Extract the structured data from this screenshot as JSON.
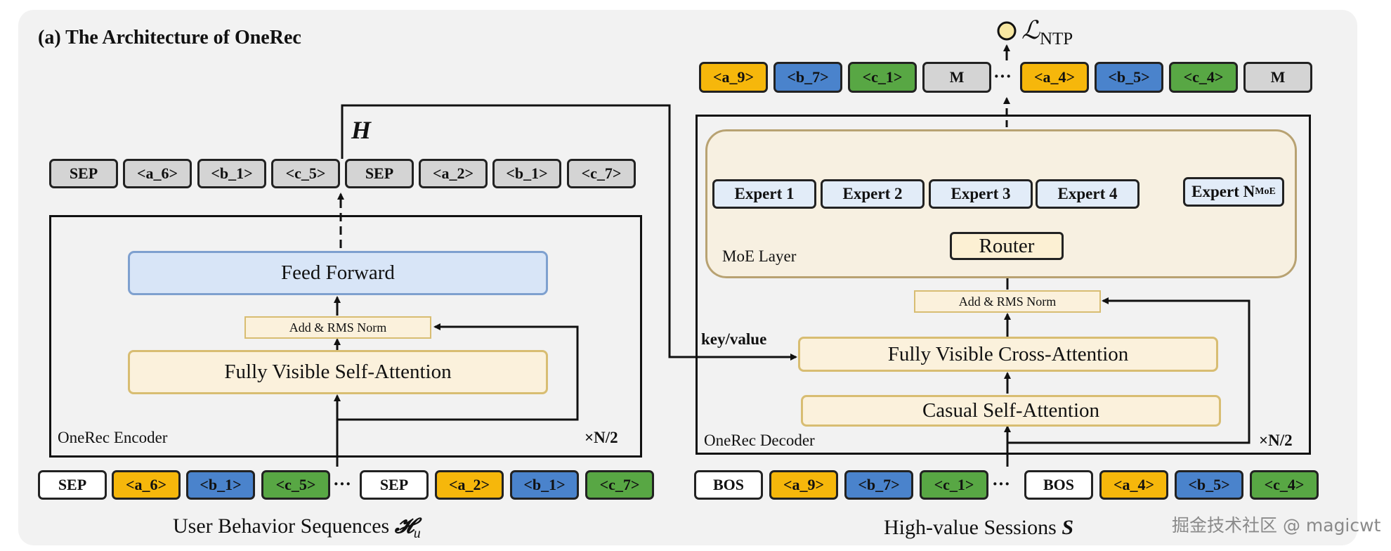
{
  "title": "(a) The Architecture of OneRec",
  "encoder": {
    "output_tokens": [
      "SEP",
      "<a_6>",
      "<b_1>",
      "<c_5>",
      "SEP",
      "<a_2>",
      "<b_1>",
      "<c_7>"
    ],
    "feed_forward": "Feed Forward",
    "norm": "Add & RMS Norm",
    "self_attention": "Fully Visible Self-Attention",
    "label": "OneRec Encoder",
    "repeat": "×N/2",
    "h_label": "H",
    "input_tokens_left": [
      "SEP",
      "<a_6>",
      "<b_1>",
      "<c_5>"
    ],
    "input_tokens_right": [
      "SEP",
      "<a_2>",
      "<b_1>",
      "<c_7>"
    ],
    "ellipsis": "···",
    "caption": "User Behavior Sequences",
    "caption_symbol": "𝓗",
    "caption_subscript": "u"
  },
  "decoder": {
    "loss": "ℒ",
    "loss_subscript": "NTP",
    "output_tokens_left": [
      "<a_9>",
      "<b_7>",
      "<c_1>",
      "M"
    ],
    "output_tokens_right": [
      "<a_4>",
      "<b_5>",
      "<c_4>",
      "M"
    ],
    "ellipsis": "···",
    "experts": [
      "Expert 1",
      "Expert 2",
      "Expert 3",
      "Expert 4"
    ],
    "expert_n": "Expert N",
    "expert_n_subscript": "MoE",
    "moe_label": "MoE Layer",
    "router": "Router",
    "norm": "Add & RMS Norm",
    "key_value": "key/value",
    "cross_attention": "Fully Visible Cross-Attention",
    "causal_attention": "Casual Self-Attention",
    "label": "OneRec Decoder",
    "repeat": "×N/2",
    "input_tokens_left": [
      "BOS",
      "<a_9>",
      "<b_7>",
      "<c_1>"
    ],
    "input_tokens_right": [
      "BOS",
      "<a_4>",
      "<b_5>",
      "<c_4>"
    ],
    "caption": "High-value Sessions",
    "caption_symbol": "S"
  },
  "watermark": "掘金技术社区 @ magicwt",
  "colors": {
    "a_token": "#f6b70b",
    "b_token": "#4a83cc",
    "c_token": "#58a744",
    "gray_token": "#d4d4d4",
    "attention_fill": "#fbf1dc",
    "feed_forward_fill": "#d8e5f7",
    "moe_fill": "#f7f0e1",
    "expert_fill": "#e2ecf8",
    "loss_dot": "#f7e7a1"
  }
}
